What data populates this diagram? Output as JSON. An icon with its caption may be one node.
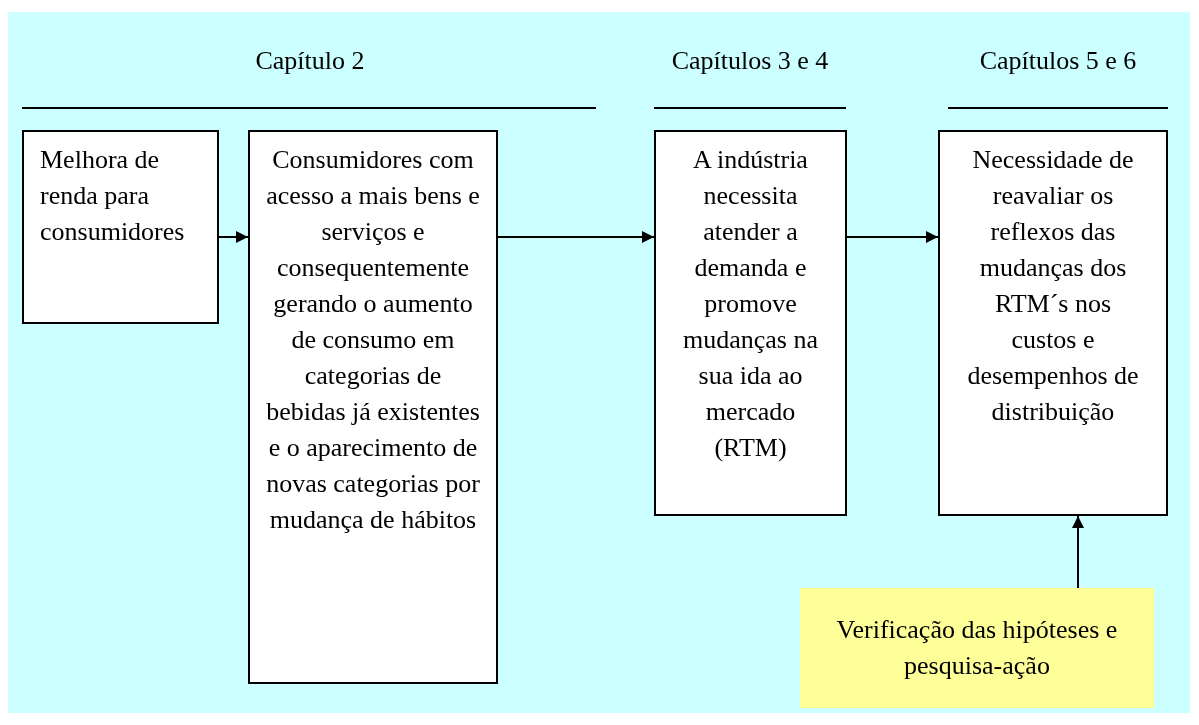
{
  "diagram": {
    "nodes": [
      {
        "text": [
          "Melhora de renda para consumidores"
        ]
      },
      {
        "text": [
          "Consumidores com acesso a mais bens e serviços e consequentemente gerando  o aumento de consumo em categorias de bebidas já existentes e  o aparecimento de novas categorias por mudança de hábitos"
        ]
      },
      {
        "text": [
          "A indústria necessita atender a demanda e promove mudanças na sua ida ao mercado (RTM)"
        ]
      },
      {
        "text": [
          "Necessidade de reavaliar os reflexos das mudanças dos RTM´s nos custos e desempenhos de distribuição"
        ]
      },
      {
        "text": [
          "Verificação das hipóteses e pesquisa-ação"
        ]
      }
    ],
    "edges": [
      {
        "from": 0,
        "to": 1,
        "arrow": "to"
      },
      {
        "from": 1,
        "to": 2,
        "arrow": "to"
      },
      {
        "from": 2,
        "to": 3,
        "arrow": "to"
      },
      {
        "from": 4,
        "to": 3,
        "arrow": "to"
      }
    ],
    "labels": [
      "Capítulo 2",
      "Capítulos 3 e 4",
      "Capítulos 5 e 6"
    ]
  }
}
